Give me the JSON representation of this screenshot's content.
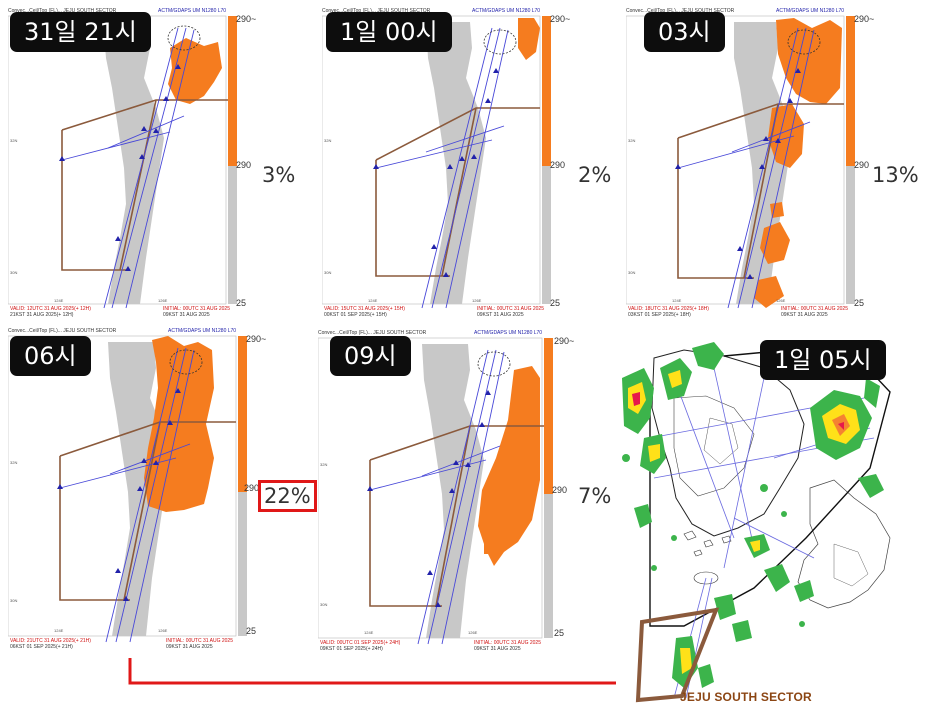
{
  "panels": [
    {
      "time_label": "31일 21시",
      "percent": "3%",
      "header_left": "Convec...Ceil/Top (FL)... JEJU SOUTH SECTOR",
      "header_right": "ACTM/GDAPS UM N1280 L70",
      "valid_line1": "VALID: 12UTC 31 AUG 2025(+ 12H)",
      "valid_line2": "21KST 31 AUG 2025(+ 12H)",
      "initial_line1": "INITIAL: 00UTC 31 AUG 2025",
      "initial_line2": "09KST 31 AUG 2025",
      "scale_top": "290~",
      "scale_mid": "290",
      "scale_bottom": "25",
      "lon_left": "124E",
      "lon_right": "126E",
      "lat_top": "32N",
      "lat_bottom": "30N"
    },
    {
      "time_label": "1일 00시",
      "percent": "2%",
      "header_left": "Convec...Ceil/Top (FL)... JEJU SOUTH SECTOR",
      "header_right": "ACTM/GDAPS UM N1280 L70",
      "valid_line1": "VALID: 15UTC 31 AUG 2025(+ 15H)",
      "valid_line2": "00KST 01 SEP 2025(+ 15H)",
      "initial_line1": "INITIAL: 00UTC 31 AUG 2025",
      "initial_line2": "09KST 31 AUG 2025",
      "scale_top": "290~",
      "scale_mid": "290",
      "scale_bottom": "25",
      "lon_left": "124E",
      "lon_right": "126E",
      "lat_top": "32N",
      "lat_bottom": "30N"
    },
    {
      "time_label": "03시",
      "percent": "13%",
      "header_left": "Convec...Ceil/Top (FL)... JEJU SOUTH SECTOR",
      "header_right": "ACTM/GDAPS UM N1280 L70",
      "valid_line1": "VALID: 18UTC 31 AUG 2025(+ 18H)",
      "valid_line2": "03KST 01 SEP 2025(+ 18H)",
      "initial_line1": "INITIAL: 00UTC 31 AUG 2025",
      "initial_line2": "09KST 31 AUG 2025",
      "scale_top": "290~",
      "scale_mid": "290",
      "scale_bottom": "25",
      "lon_left": "124E",
      "lon_right": "126E",
      "lat_top": "32N",
      "lat_bottom": "30N"
    },
    {
      "time_label": "06시",
      "percent": "22%",
      "header_left": "Convec...Ceil/Top (FL)... JEJU SOUTH SECTOR",
      "header_right": "ACTM/GDAPS UM N1280 L70",
      "valid_line1": "VALID: 21UTC 31 AUG 2025(+ 21H)",
      "valid_line2": "06KST 01 SEP 2025(+ 21H)",
      "initial_line1": "INITIAL: 00UTC 31 AUG 2025",
      "initial_line2": "09KST 31 AUG 2025",
      "scale_top": "290~",
      "scale_mid": "290",
      "scale_bottom": "25",
      "lon_left": "124E",
      "lon_right": "126E",
      "lat_top": "32N",
      "lat_bottom": "30N"
    },
    {
      "time_label": "09시",
      "percent": "7%",
      "header_left": "Convec...Ceil/Top (FL)... JEJU SOUTH SECTOR",
      "header_right": "ACTM/GDAPS UM N1280 L70",
      "valid_line1": "VALID: 00UTC 01 SEP 2025(+ 24H)",
      "valid_line2": "09KST 01 SEP 2025(+ 24H)",
      "initial_line1": "INITIAL: 00UTC 31 AUG 2025",
      "initial_line2": "09KST 31 AUG 2025",
      "scale_top": "290~",
      "scale_mid": "290",
      "scale_bottom": "25",
      "lon_left": "124E",
      "lon_right": "126E",
      "lat_top": "32N",
      "lat_bottom": "30N"
    }
  ],
  "radar": {
    "time_label": "1일 05시",
    "sector_label": "JEJU SOUTH SECTOR"
  },
  "highlighted_percent": "22%",
  "colors": {
    "convection": "#f57c1f",
    "land": "#c8c8c8",
    "sector_box": "#8b5a3c",
    "routes": "#4848d8",
    "highlight": "#e01818",
    "badge": "#0d0d0d"
  }
}
